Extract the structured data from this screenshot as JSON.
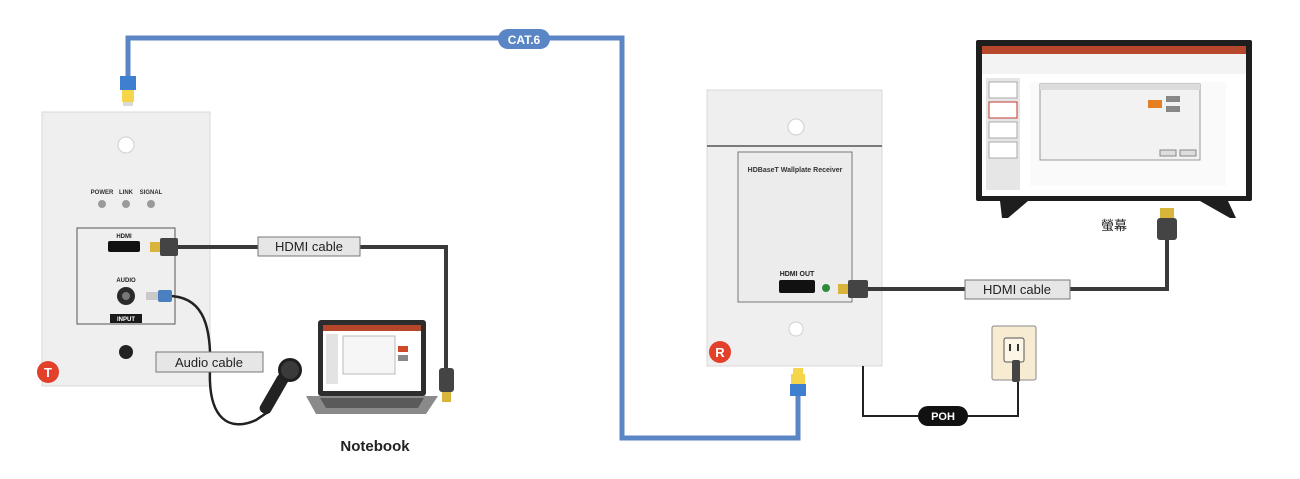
{
  "cables": {
    "cat6": "CAT.6",
    "hdmi_left": "HDMI cable",
    "hdmi_right": "HDMI cable",
    "audio": "Audio cable",
    "poh": "POH"
  },
  "transmitter": {
    "badge": "T",
    "leds": [
      "POWER",
      "LINK",
      "SIGNAL"
    ],
    "hdmi_label": "HDMI",
    "audio_label": "AUDIO",
    "input_label": "INPUT"
  },
  "receiver": {
    "badge": "R",
    "title": "HDBaseT Wallplate Receiver",
    "hdmi_out_label": "HDMI OUT"
  },
  "devices": {
    "notebook": "Notebook",
    "tv": "螢幕"
  },
  "colors": {
    "cat6_cable": "#5b86c5",
    "badge_red": "#e2402b",
    "dark_cable": "#3a3a3a"
  }
}
